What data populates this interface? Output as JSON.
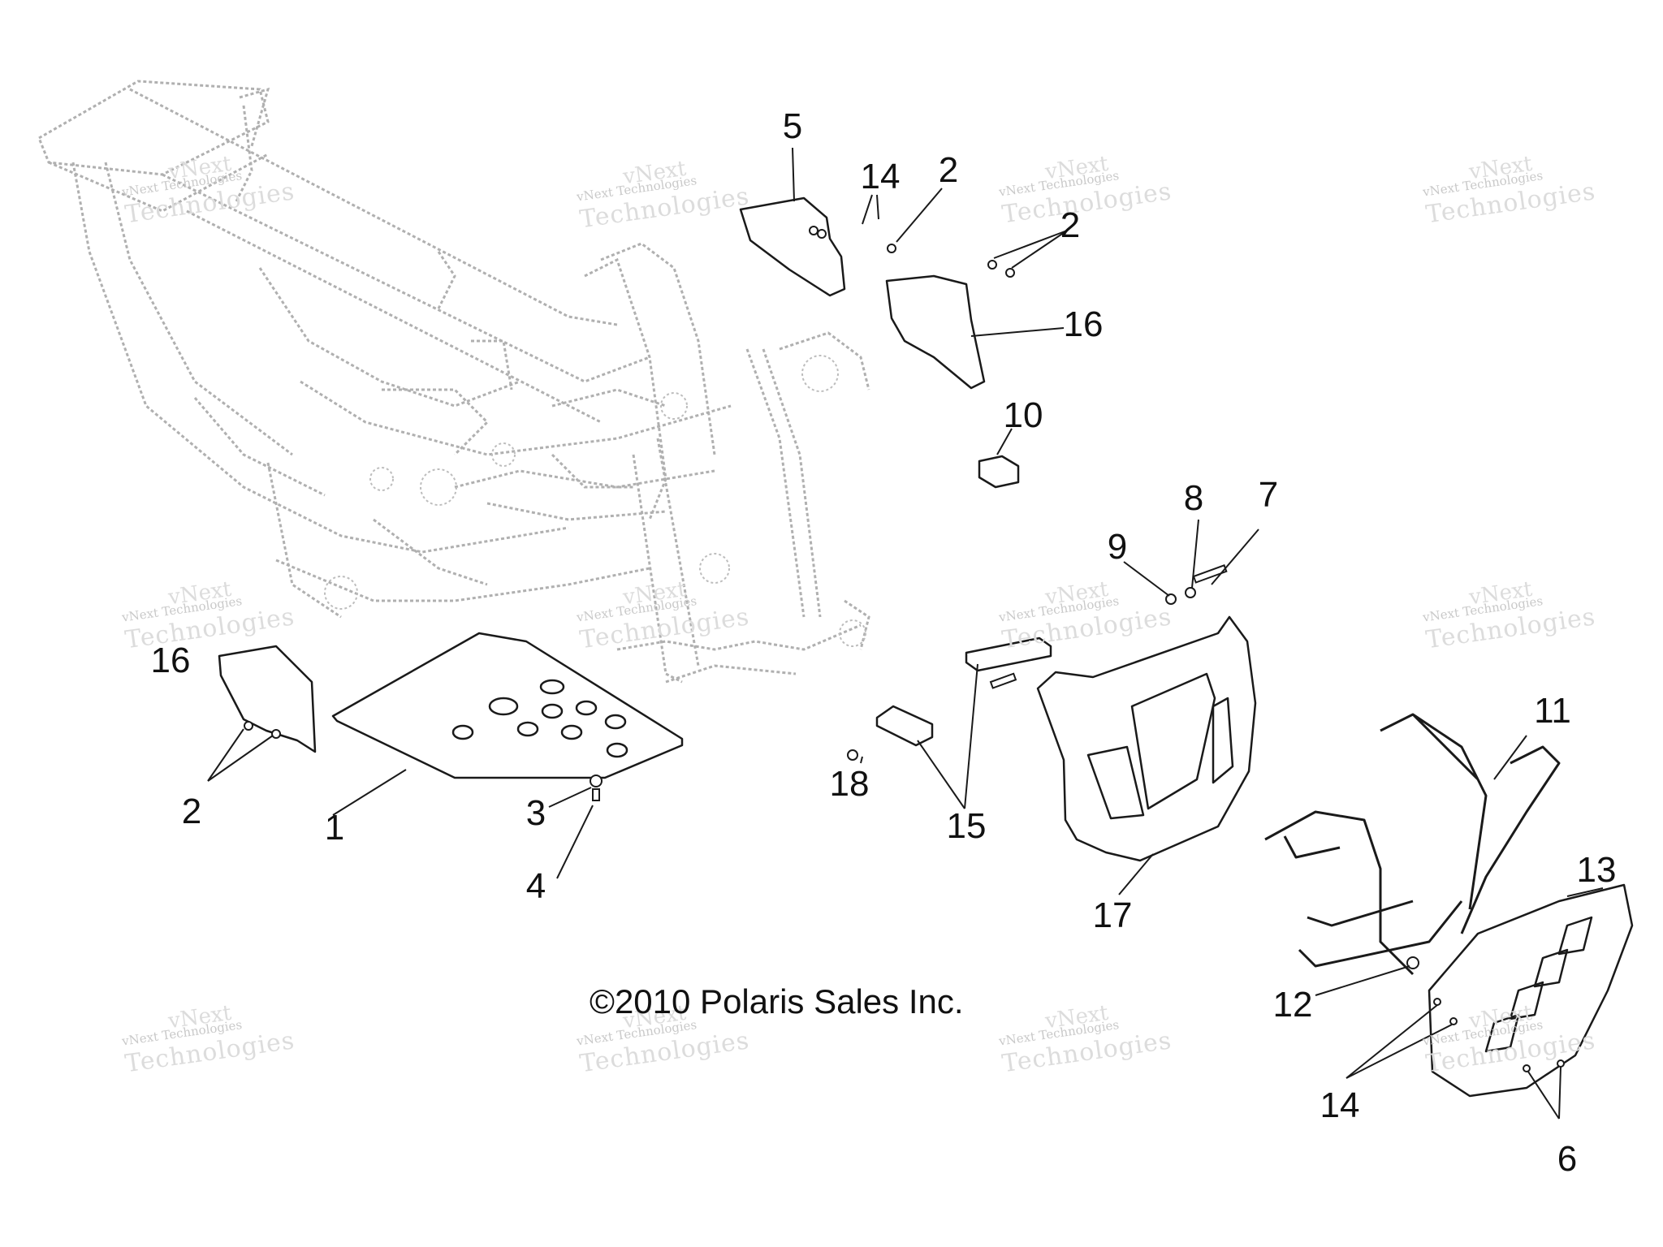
{
  "copyright": "©2010 Polaris Sales Inc.",
  "watermark": {
    "line0": "vNext",
    "line1": "vNext Technologies",
    "line2": "Technologies"
  },
  "callouts": [
    {
      "label": "1"
    },
    {
      "label": "2"
    },
    {
      "label": "3"
    },
    {
      "label": "4"
    },
    {
      "label": "5"
    },
    {
      "label": "14"
    },
    {
      "label": "2"
    },
    {
      "label": "2"
    },
    {
      "label": "16"
    },
    {
      "label": "10"
    },
    {
      "label": "16"
    },
    {
      "label": "9"
    },
    {
      "label": "8"
    },
    {
      "label": "7"
    },
    {
      "label": "18"
    },
    {
      "label": "15"
    },
    {
      "label": "17"
    },
    {
      "label": "11"
    },
    {
      "label": "13"
    },
    {
      "label": "12"
    },
    {
      "label": "14"
    },
    {
      "label": "6"
    }
  ],
  "colors": {
    "frame_ghost": "#b5b5b5",
    "part_line": "#1a1a1a",
    "watermark": "#cccccc"
  }
}
